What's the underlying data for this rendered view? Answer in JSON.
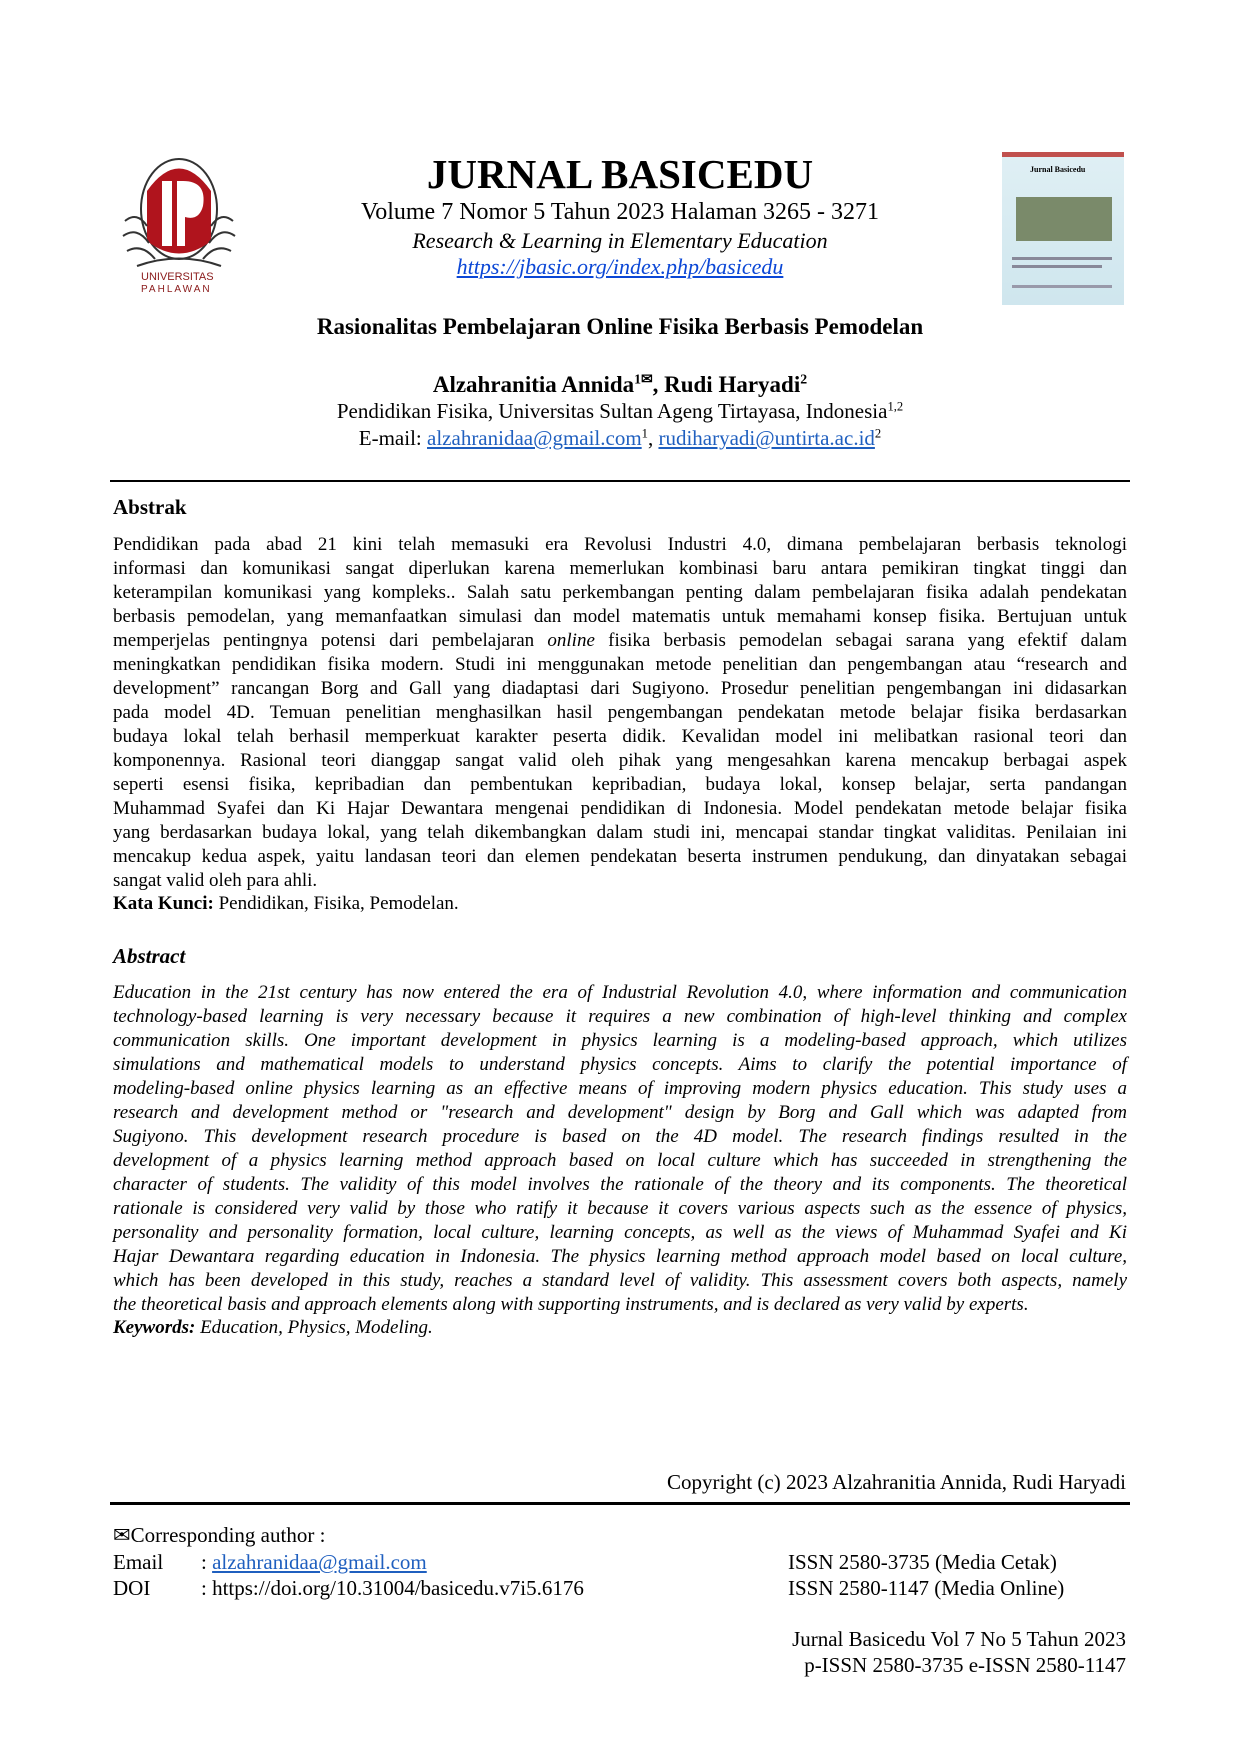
{
  "header": {
    "journal_title": "JURNAL BASICEDU",
    "volume_line": "Volume 7 Nomor 5 Tahun 2023 Halaman 3265 - 3271",
    "subtitle": "Research & Learning in Elementary Education",
    "url": "https://jbasic.org/index.php/basicedu",
    "logo_text_1": "UNIVERSITAS",
    "logo_text_2": "PAHLAWAN",
    "cover_title": "Jurnal Basicedu"
  },
  "article": {
    "title": "Rasionalitas Pembelajaran Online Fisika Berbasis Pemodelan",
    "author1": "Alzahranitia Annida",
    "author1_sup": "1",
    "separator": ", ",
    "author2": "Rudi Haryadi",
    "author2_sup": "2",
    "affiliation": "Pendidikan Fisika, Universitas Sultan Ageng Tirtayasa, Indonesia",
    "affiliation_sup": "1,2",
    "email_label": "E-mail: ",
    "email1": "alzahranidaa@gmail.com",
    "email1_sup": "1",
    "email2": "rudiharyadi@untirta.ac.id",
    "email2_sup": "2"
  },
  "abstrak": {
    "heading": "Abstrak",
    "lines": [
      "Pendidikan pada abad 21 kini telah memasuki era Revolusi Industri 4.0, dimana  pembelajaran berbasis teknologi",
      "informasi dan komunikasi sangat diperlukan karena memerlukan kombinasi baru antara pemikiran tingkat tinggi dan",
      "keterampilan komunikasi yang kompleks.. Salah satu perkembangan penting dalam pembelajaran fisika adalah pendekatan",
      "berbasis pemodelan, yang memanfaatkan simulasi dan model matematis untuk memahami konsep fisika. Bertujuan untuk",
      "memperjelas pentingnya potensi dari pembelajaran online fisika berbasis pemodelan sebagai sarana yang efektif dalam",
      "meningkatkan pendidikan fisika modern. Studi ini menggunakan metode penelitian dan pengembangan atau “research and",
      "development” rancangan Borg and Gall yang diadaptasi dari Sugiyono. Prosedur penelitian pengembangan ini didasarkan",
      "pada model 4D. Temuan penelitian menghasilkan hasil pengembangan pendekatan metode belajar fisika berdasarkan",
      "budaya lokal telah berhasil memperkuat karakter peserta didik. Kevalidan model ini melibatkan rasional teori dan",
      "komponennya. Rasional teori dianggap sangat valid oleh pihak yang mengesahkan karena mencakup berbagai aspek",
      "seperti esensi fisika, kepribadian dan pembentukan kepribadian, budaya lokal, konsep belajar, serta pandangan",
      "Muhammad Syafei dan Ki Hajar Dewantara mengenai pendidikan di Indonesia. Model pendekatan metode belajar fisika",
      "yang berdasarkan budaya lokal, yang telah dikembangkan dalam studi  ini, mencapai standar tingkat validitas. Penilaian ini",
      "mencakup kedua aspek, yaitu landasan teori dan elemen pendekatan beserta instrumen pendukung, dan dinyatakan sebagai",
      "sangat valid oleh para ahli."
    ],
    "keywords_label": "Kata Kunci:",
    "keywords": " Pendidikan, Fisika, Pemodelan."
  },
  "abstract": {
    "heading": "Abstract",
    "lines": [
      "Education in the 21st century has now entered the era of Industrial Revolution 4.0, where information and communication",
      "technology-based learning is very necessary because it requires a new combination of high-level thinking and complex",
      "communication skills. One important development in physics learning is a modeling-based approach, which utilizes",
      "simulations and mathematical models to understand physics concepts. Aims to clarify the potential importance of",
      "modeling-based online physics learning as an effective means of improving modern physics education. This study uses a",
      "research and development method or \"research and development\" design by Borg and Gall which was adapted from",
      "Sugiyono. This development research procedure is based on the 4D model. The research findings resulted in the",
      "development of a physics learning method approach based on local culture which has succeeded in strengthening the",
      "character of students. The validity of this model involves the rationale of the theory and its components. The theoretical",
      "rationale is considered very valid by those who ratify it because it covers various aspects such as the essence of physics,",
      "personality and personality formation, local culture, learning concepts, as well as the views of Muhammad Syafei and Ki",
      "Hajar Dewantara regarding education in Indonesia. The physics learning method approach model based on local culture,",
      "which has been developed in this study, reaches a standard level of validity. This assessment covers both aspects, namely",
      "the theoretical basis and approach elements along with supporting instruments, and is declared as very valid by experts."
    ],
    "keywords_label": "Keywords:",
    "keywords": " Education, Physics, Modeling."
  },
  "footer": {
    "copyright": "Copyright (c) 2023 Alzahranitia Annida, Rudi Haryadi",
    "corresponding": "Corresponding author :",
    "email_label": "Email",
    "email_sep": ": ",
    "email": "alzahranidaa@gmail.com",
    "doi_label": "DOI",
    "doi_sep": ": ",
    "doi": "https://doi.org/10.31004/basicedu.v7i5.6176",
    "issn_print": "ISSN 2580-3735 (Media Cetak)",
    "issn_online": "ISSN 2580-1147 (Media Online)",
    "running_1": "Jurnal Basicedu Vol 7 No 5 Tahun 2023",
    "running_2": "p-ISSN 2580-3735 e-ISSN 2580-1147"
  }
}
